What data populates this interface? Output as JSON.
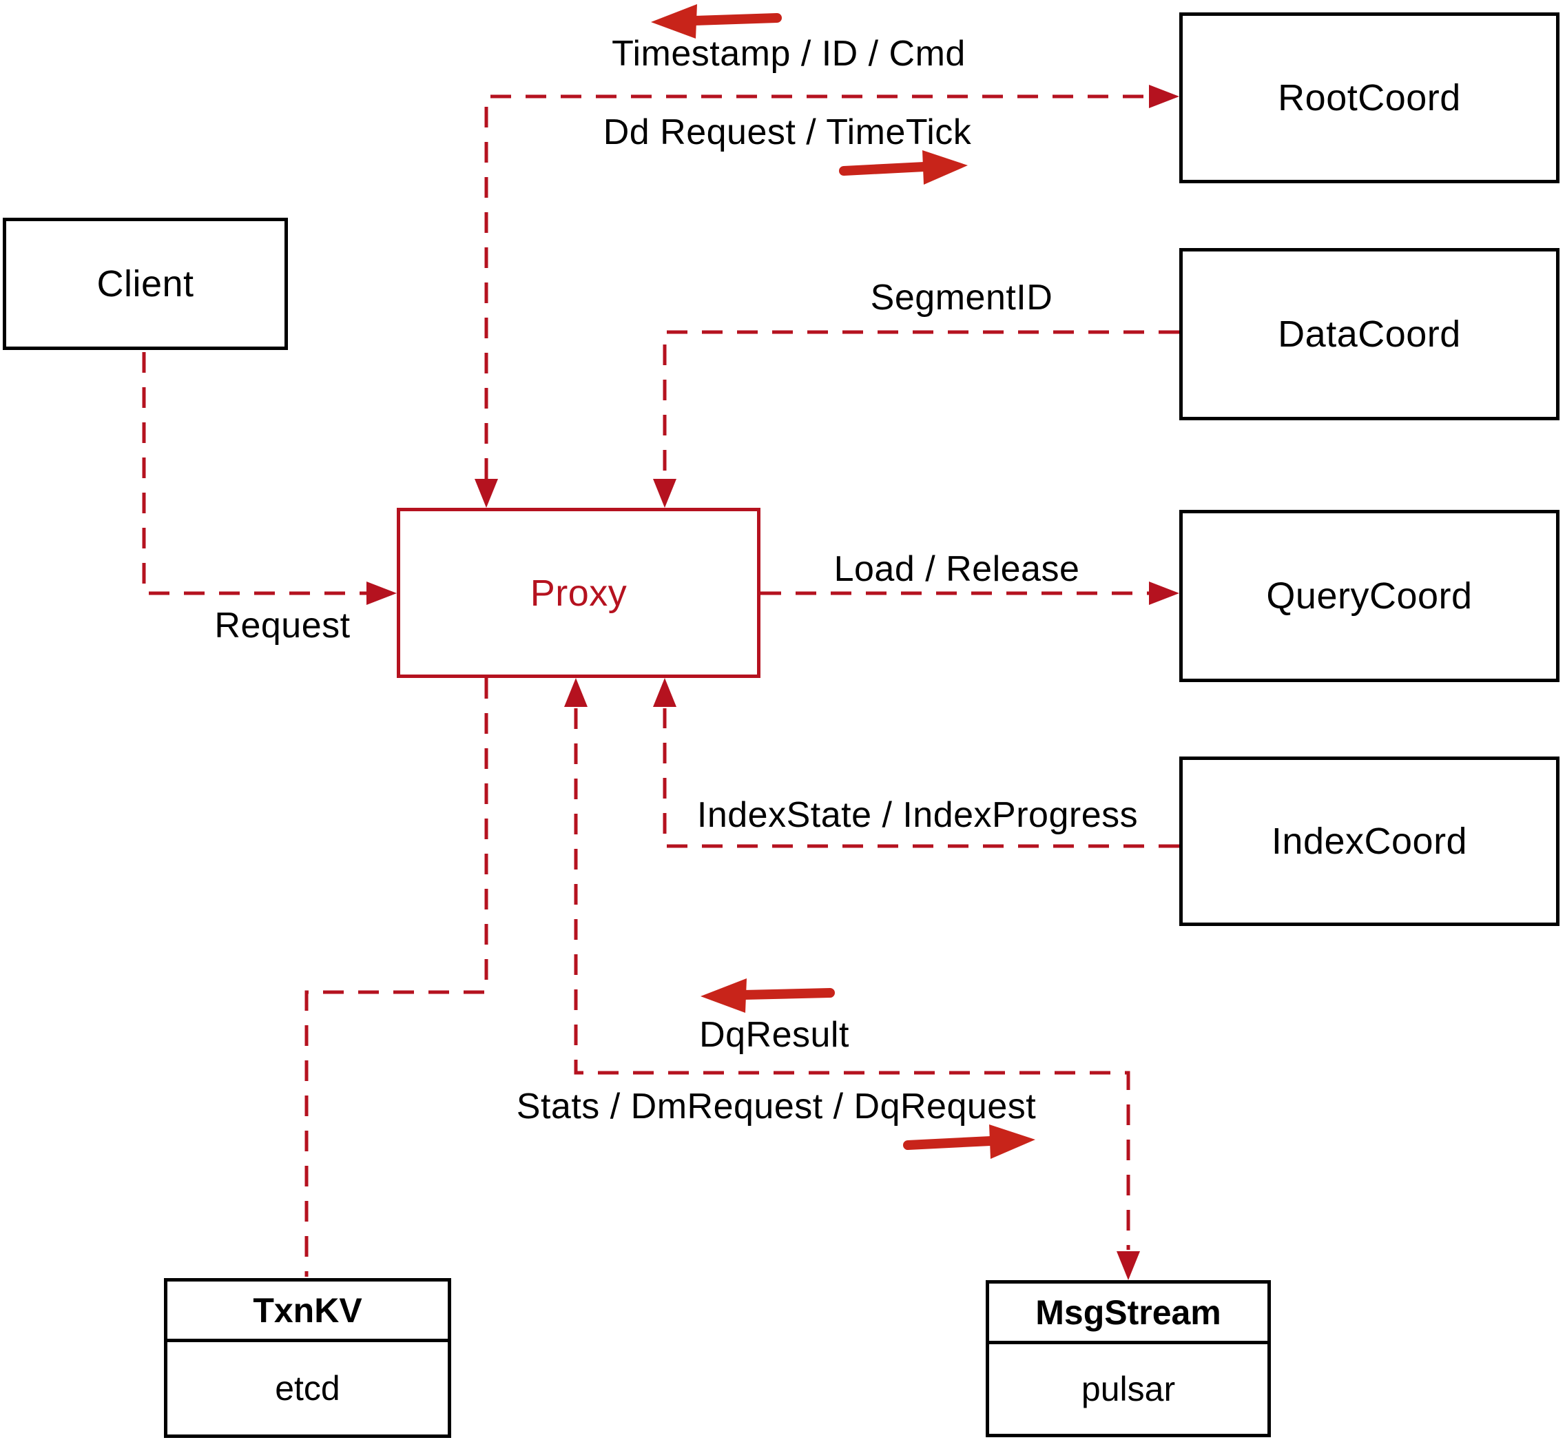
{
  "diagram": {
    "title_hint": "Milvus proxy message-flow diagram",
    "nodes": {
      "client": {
        "label": "Client"
      },
      "proxy": {
        "label": "Proxy"
      },
      "root_coord": {
        "label": "RootCoord"
      },
      "data_coord": {
        "label": "DataCoord"
      },
      "query_coord": {
        "label": "QueryCoord"
      },
      "index_coord": {
        "label": "IndexCoord"
      },
      "txn_kv": {
        "title": "TxnKV",
        "subtitle": "etcd"
      },
      "msg_stream": {
        "title": "MsgStream",
        "subtitle": "pulsar"
      }
    },
    "edge_labels": {
      "root_to_proxy": "Timestamp / ID / Cmd",
      "proxy_to_root": "Dd Request / TimeTick",
      "data_to_proxy": "SegmentID",
      "proxy_to_query": "Load / Release",
      "index_to_proxy": "IndexState / IndexProgress",
      "client_to_proxy": "Request",
      "msg_to_proxy": "DqResult",
      "proxy_to_msg": "Stats / DmRequest / DqRequest"
    },
    "edges": [
      {
        "from": "proxy",
        "to": "root_coord",
        "style": "dashed",
        "arrows": "both",
        "labels": [
          "Timestamp / ID / Cmd",
          "Dd Request / TimeTick"
        ]
      },
      {
        "from": "data_coord",
        "to": "proxy",
        "style": "dashed",
        "arrows": "to-proxy",
        "labels": [
          "SegmentID"
        ]
      },
      {
        "from": "proxy",
        "to": "query_coord",
        "style": "dashed",
        "arrows": "to-querycoord",
        "labels": [
          "Load / Release"
        ]
      },
      {
        "from": "index_coord",
        "to": "proxy",
        "style": "dashed",
        "arrows": "to-proxy",
        "labels": [
          "IndexState / IndexProgress"
        ]
      },
      {
        "from": "client",
        "to": "proxy",
        "style": "dashed",
        "arrows": "to-proxy",
        "labels": [
          "Request"
        ]
      },
      {
        "from": "proxy",
        "to": "txn_kv",
        "style": "dashed",
        "arrows": "none",
        "labels": []
      },
      {
        "from": "proxy",
        "to": "msg_stream",
        "style": "dashed",
        "arrows": "both",
        "labels": [
          "DqResult",
          "Stats / DmRequest / DqRequest"
        ]
      }
    ],
    "colors": {
      "dashed_line_red": "#b5121f",
      "direction_arrow_red": "#c8241a",
      "box_border_black": "#000000",
      "proxy_red": "#b5121f",
      "text_black": "#000000",
      "background": "#ffffff"
    }
  }
}
